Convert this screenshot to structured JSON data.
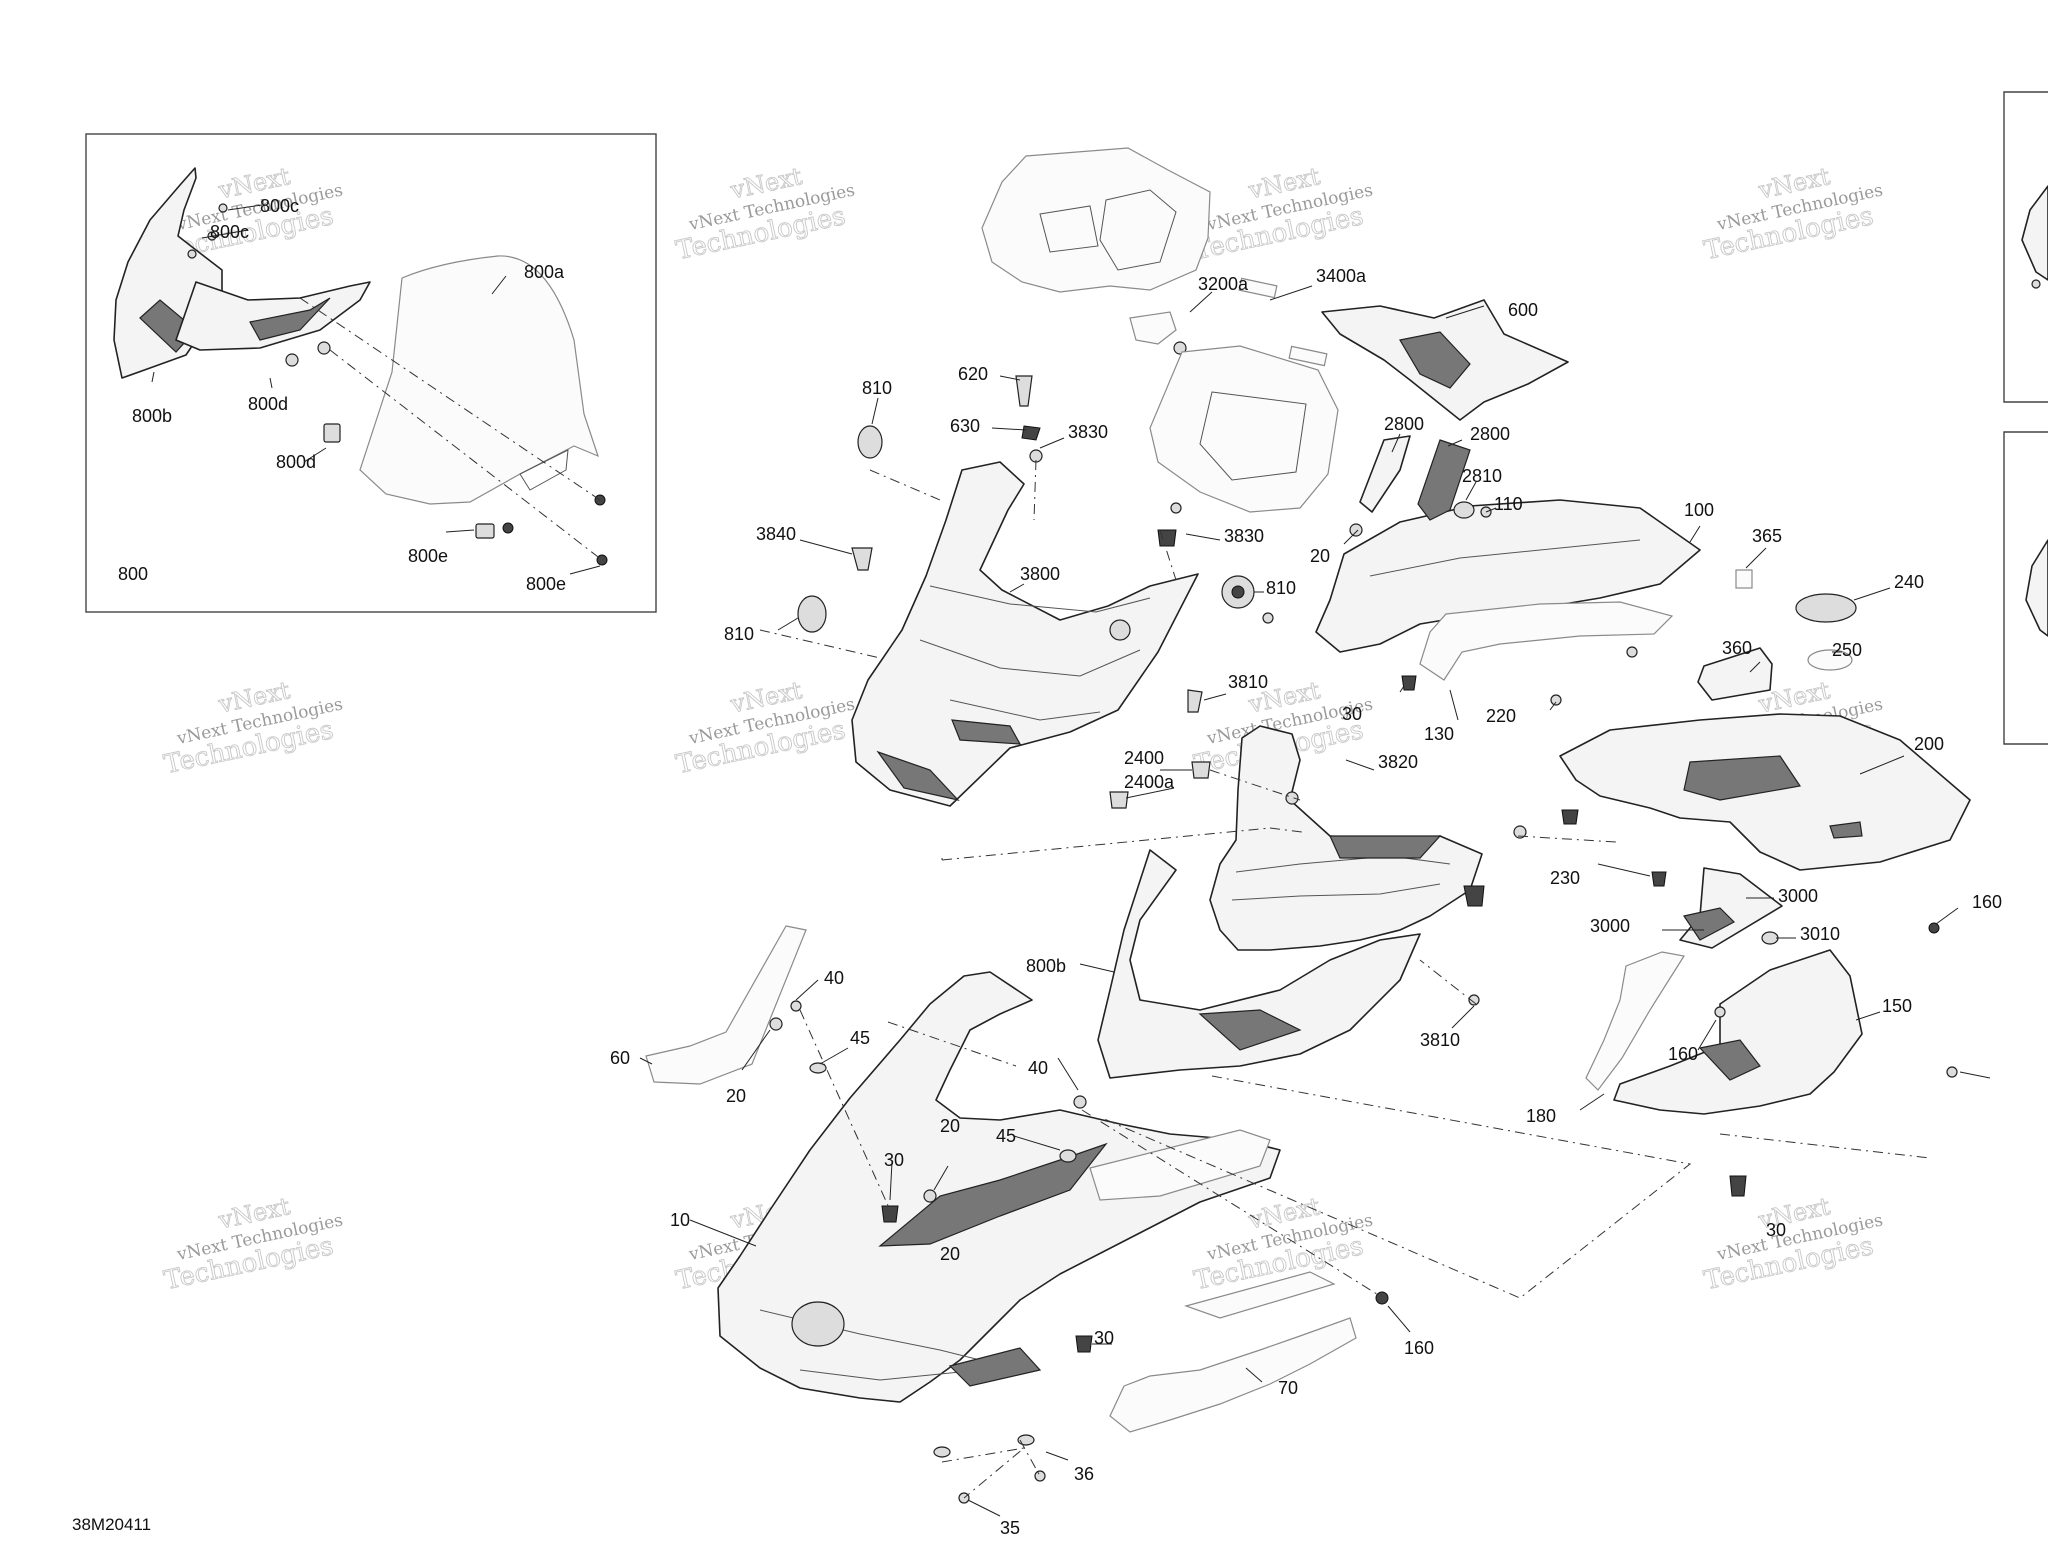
{
  "diagram_id": "38M20411",
  "watermark": {
    "line1": "vNext",
    "line2": "vNext Technologies",
    "line3": "Technologies"
  },
  "inset_label": "800",
  "inset_callouts": [
    "800a",
    "800b",
    "800c",
    "800c",
    "800d",
    "800d",
    "800e",
    "800e"
  ],
  "callouts": [
    "600",
    "3200a",
    "3400a",
    "810",
    "620",
    "630",
    "3830",
    "2800",
    "2800",
    "2810",
    "110",
    "100",
    "365",
    "240",
    "3840",
    "3800",
    "3830",
    "20",
    "810",
    "810",
    "3810",
    "360",
    "250",
    "30",
    "130",
    "220",
    "200",
    "2400",
    "2400a",
    "3820",
    "230",
    "3000",
    "3000",
    "3010",
    "160",
    "160",
    "150",
    "800b",
    "3810",
    "40",
    "45",
    "60",
    "20",
    "180",
    "40",
    "20",
    "45",
    "30",
    "10",
    "20",
    "30",
    "30",
    "160",
    "70",
    "36",
    "35"
  ]
}
